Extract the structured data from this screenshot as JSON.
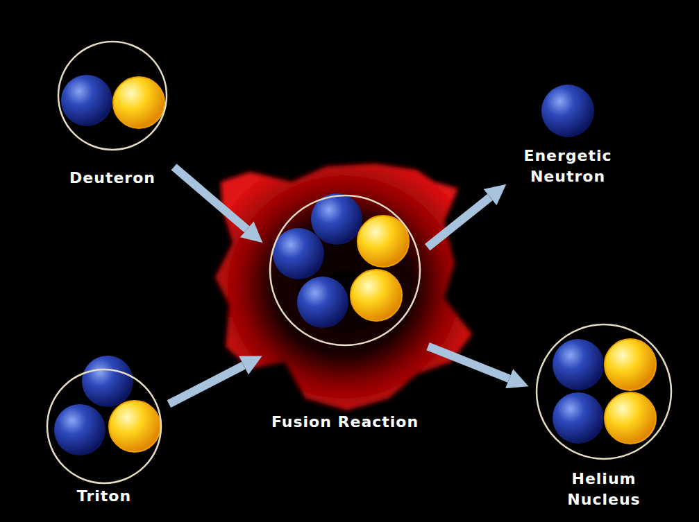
{
  "diagram": {
    "nodes": [
      {
        "text": [
          "Deuteron"
        ]
      },
      {
        "text": [
          "Triton"
        ]
      },
      {
        "text": [
          "Fusion Reaction"
        ]
      },
      {
        "text": [
          "Energetic Neutron"
        ]
      },
      {
        "text": [
          "Helium Nucleus"
        ]
      }
    ],
    "edges": [
      {
        "from": 0,
        "to": 2,
        "arrow": "to"
      },
      {
        "from": 1,
        "to": 2,
        "arrow": "to"
      },
      {
        "from": 2,
        "to": 3,
        "arrow": "to"
      },
      {
        "from": 2,
        "to": 4,
        "arrow": "to"
      }
    ]
  }
}
